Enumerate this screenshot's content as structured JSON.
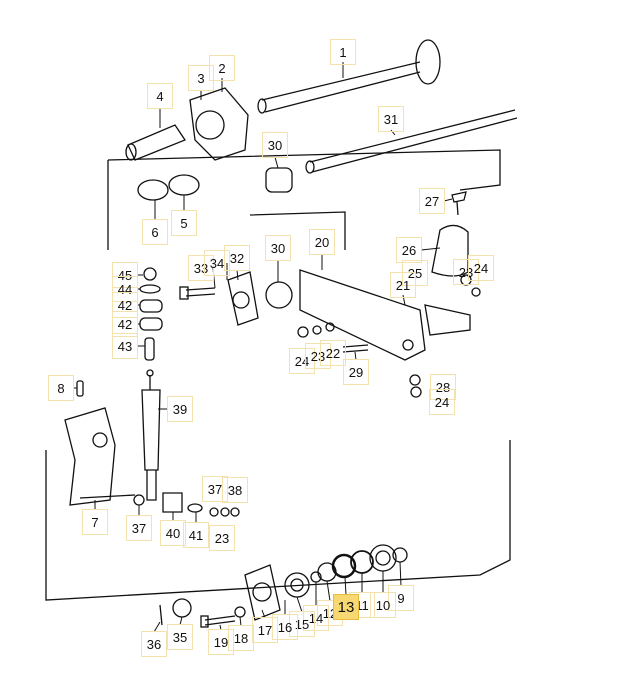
{
  "diagram": {
    "title_visible": false,
    "highlight_color": "#f8d873",
    "highlighted_part": "13",
    "part_labels": [
      "1",
      "2",
      "3",
      "4",
      "31",
      "30",
      "6",
      "5",
      "27",
      "26",
      "25",
      "23",
      "24",
      "21",
      "20",
      "30",
      "33",
      "34",
      "32",
      "45",
      "44",
      "42",
      "42",
      "43",
      "24",
      "23",
      "22",
      "29",
      "8",
      "39",
      "28",
      "24",
      "7",
      "37",
      "40",
      "41",
      "37",
      "38",
      "23",
      "9",
      "10",
      "11",
      "12",
      "13",
      "14",
      "15",
      "16",
      "17",
      "18",
      "19",
      "35",
      "36"
    ]
  }
}
